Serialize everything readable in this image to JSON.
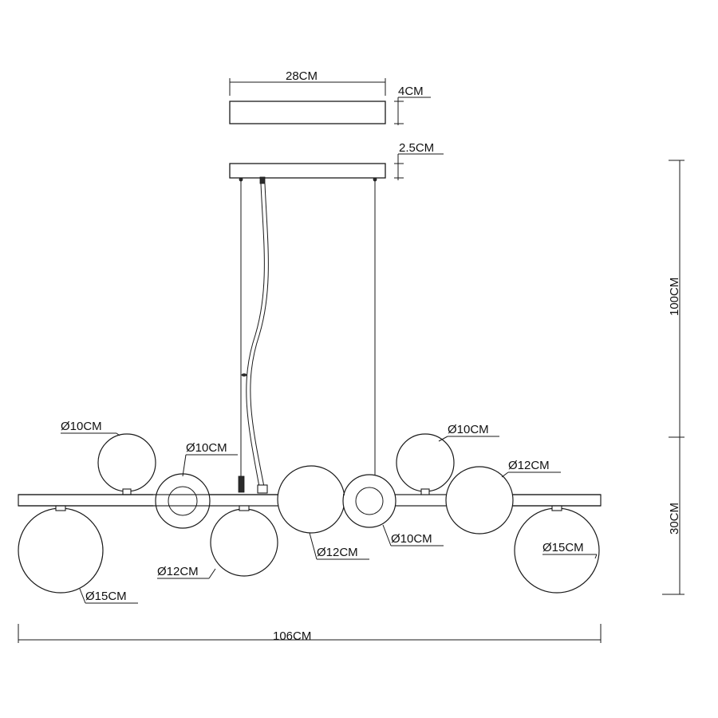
{
  "dimensions": {
    "canopy_width": "28CM",
    "canopy_height": "4CM",
    "mount_height": "2.5CM",
    "drop_height": "100CM",
    "body_height": "30CM",
    "total_width": "106CM"
  },
  "globes": {
    "top_left": "Ø10CM",
    "upper_left_inner": "Ø10CM",
    "top_right": "Ø10CM",
    "upper_right": "Ø12CM",
    "center": "Ø12CM",
    "center_right_small": "Ø10CM",
    "bottom_right": "Ø15CM",
    "lower_left_inner": "Ø12CM",
    "bottom_left": "Ø15CM"
  },
  "colors": {
    "line": "#1a1a1a",
    "background": "#ffffff"
  }
}
